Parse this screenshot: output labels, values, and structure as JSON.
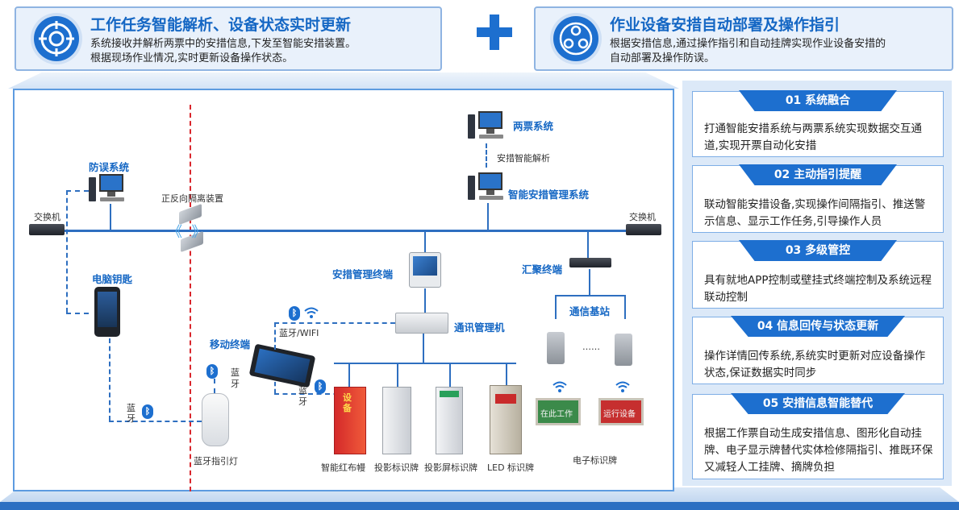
{
  "header_left": {
    "title": "工作任务智能解析、设备状态实时更新",
    "desc_line1": "系统接收并解析两票中的安措信息,下发至智能安措装置。",
    "desc_line2": "根据现场作业情况,实时更新设备操作状态。"
  },
  "header_right": {
    "title": "作业设备安措自动部署及操作指引",
    "desc_line1": "根据安措信息,通过操作指引和自动挂牌实现作业设备安措的",
    "desc_line2": "自动部署及操作防误。"
  },
  "diagram": {
    "fangwu": "防误系统",
    "liangpiao": "两票系统",
    "anzuo_jiexi": "安措智能解析",
    "zhineng_guanli": "智能安措管理系统",
    "zhengfanxiang": "正反向隔离装置",
    "switch_left": "交换机",
    "switch_right": "交换机",
    "diannao_yaoshi": "电脑钥匙",
    "anzuo_zhongduan": "安措管理终端",
    "huiju_zhongduan": "汇聚终端",
    "tongxin_jizhan": "通信基站",
    "tongxun_guanliji": "通讯管理机",
    "yidong_zhongduan": "移动终端",
    "lanya_wifi": "蓝牙/WIFI",
    "lanya_1": "蓝\n牙",
    "lanya_2": "蓝\n牙",
    "lanya_3": "蓝\n牙",
    "dots": "……",
    "lanya_zhiyindeng": "蓝牙指引灯",
    "hongbuman": "智能红布幔",
    "touying_biaoshipai": "投影标识牌",
    "touyingping_biaoshipai": "投影屏标识牌",
    "led_biaoshipai": "LED 标识牌",
    "dianzi_biaoshipai": "电子标识牌",
    "sign1": "在此工作",
    "sign2": "运行设备",
    "shebei_text": "设\n备"
  },
  "cards": [
    {
      "tab": "01 系统融合",
      "text": "打通智能安措系统与两票系统实现数据交互通道,实现开票自动化安措"
    },
    {
      "tab": "02 主动指引提醒",
      "text": "联动智能安措设备,实现操作间隔指引、推送警示信息、显示工作任务,引导操作人员"
    },
    {
      "tab": "03 多级管控",
      "text": "具有就地APP控制或壁挂式终端控制及系统远程联动控制"
    },
    {
      "tab": "04 信息回传与状态更新",
      "text": "操作详情回传系统,系统实时更新对应设备操作状态,保证数据实时同步"
    },
    {
      "tab": "05 安措信息智能替代",
      "text": "根据工作票自动生成安措信息、图形化自动挂牌、电子显示牌替代实体检修隔指引、推既环保又减轻人工挂牌、摘牌负担"
    }
  ],
  "colors": {
    "accent": "#1d6fcf",
    "title_blue": "#1567c4",
    "divider_red": "#d9262c"
  }
}
